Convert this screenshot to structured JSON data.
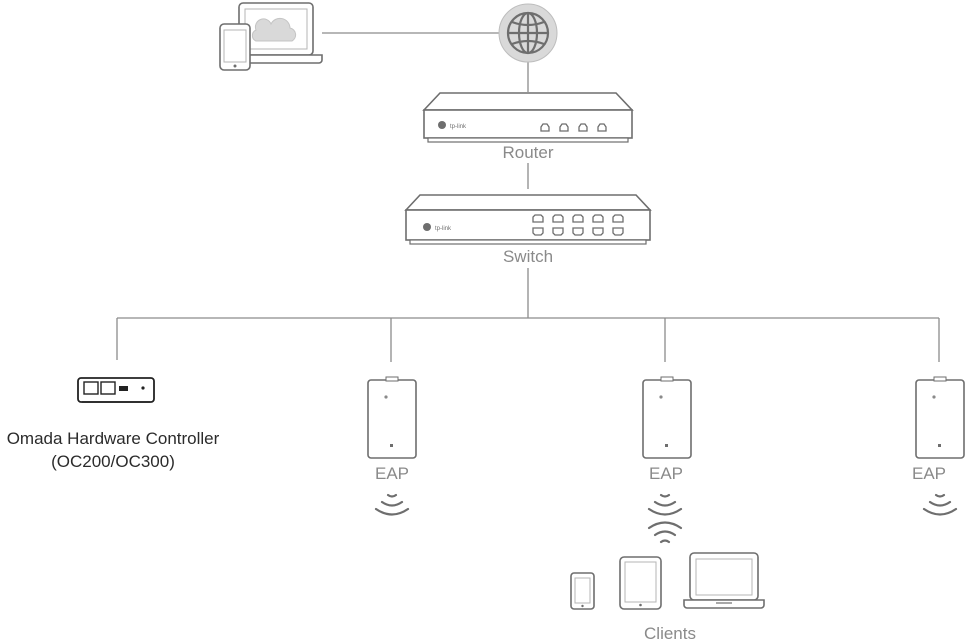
{
  "router": {
    "label": "Router",
    "brand": "tp-link"
  },
  "switch": {
    "label": "Switch",
    "brand": "tp-link"
  },
  "controller": {
    "label_line1": "Omada Hardware Controller",
    "label_line2": "(OC200/OC300)"
  },
  "eaps": [
    {
      "label": "EAP"
    },
    {
      "label": "EAP"
    },
    {
      "label": "EAP"
    }
  ],
  "clients": {
    "label": "Clients"
  },
  "colors": {
    "line": "#8c8c8c",
    "stroke": "#6e6e6e",
    "fill": "#d9d9d9",
    "text": "#8a8a8a"
  },
  "icons": [
    "laptop-cloud-icon",
    "phone-icon",
    "globe-icon",
    "router-icon",
    "switch-icon",
    "controller-icon",
    "eap-icon",
    "wifi-signal-icon",
    "tablet-icon",
    "laptop-icon"
  ]
}
